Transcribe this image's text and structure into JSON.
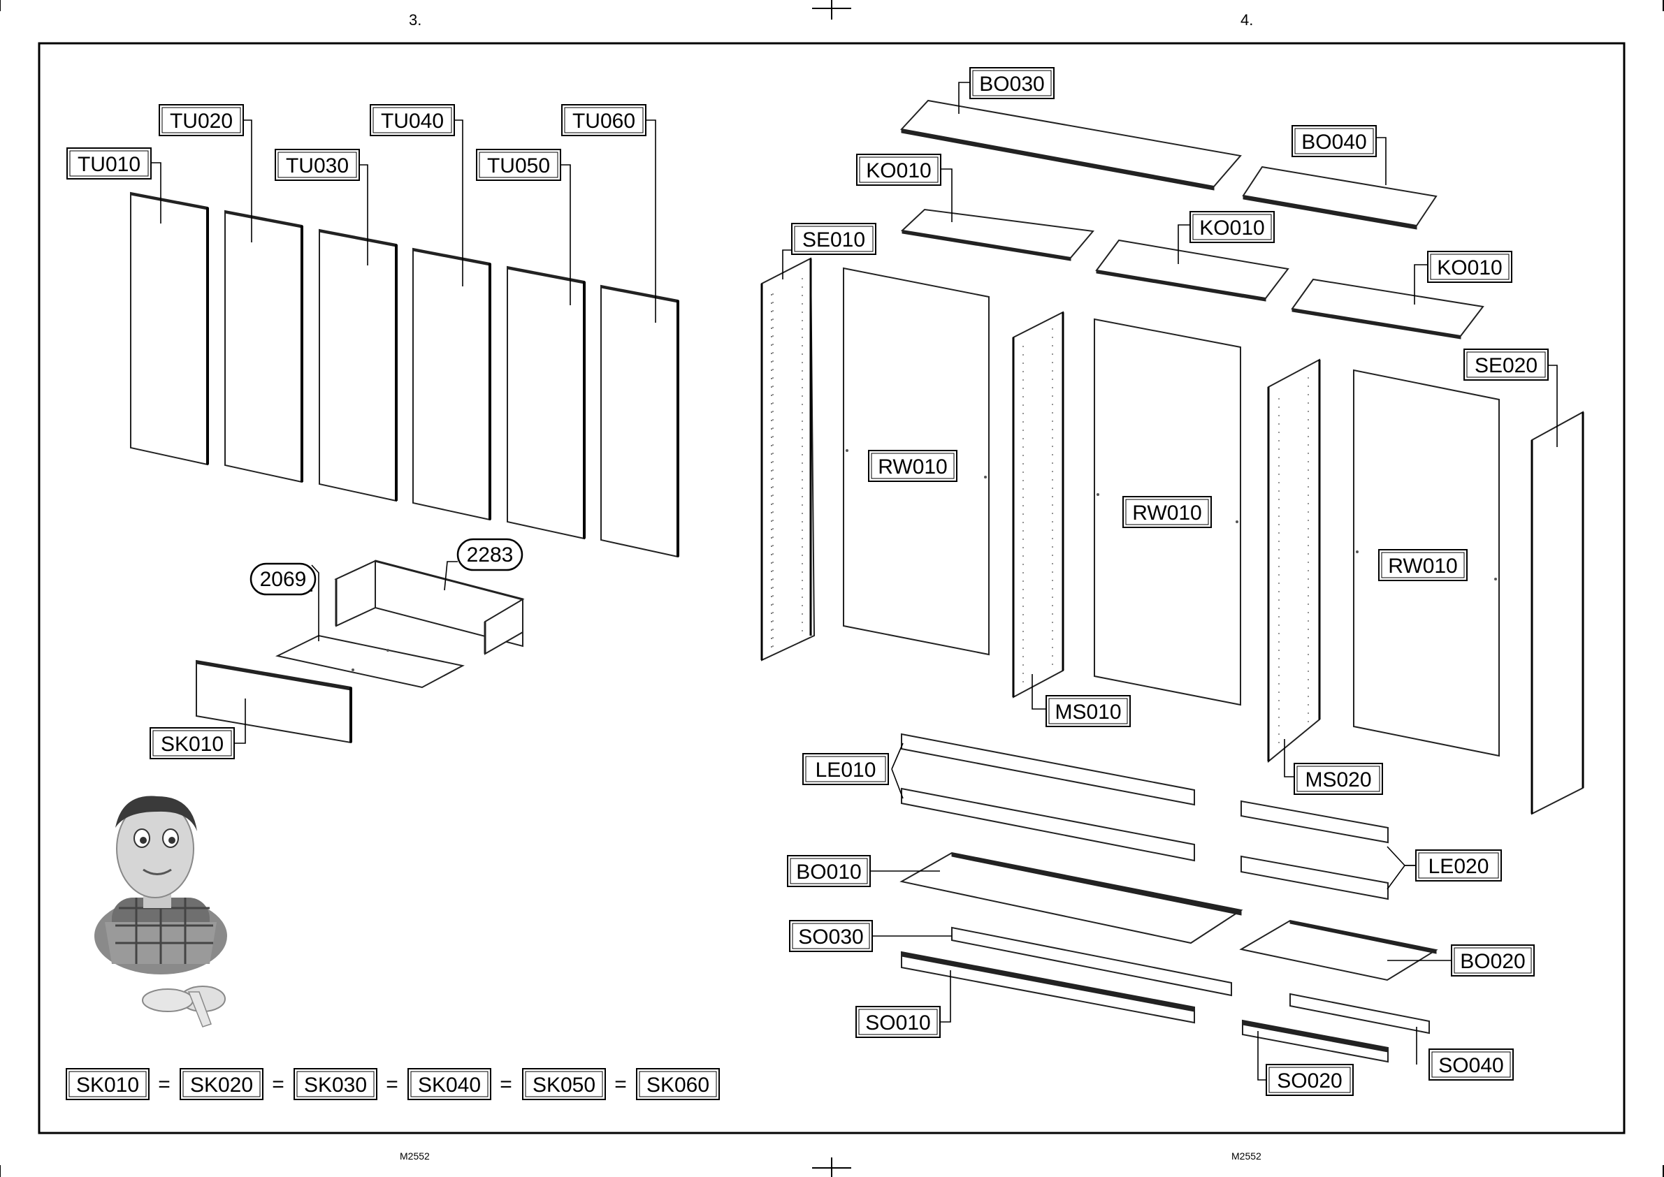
{
  "pages": {
    "left_number": "3.",
    "right_number": "4."
  },
  "footer": {
    "left_code": "M2552",
    "right_code": "M2552"
  },
  "labels": {
    "TU010": "TU010",
    "TU020": "TU020",
    "TU030": "TU030",
    "TU040": "TU040",
    "TU050": "TU050",
    "TU060": "TU060",
    "dim_2069": "2069",
    "dim_2283": "2283",
    "SK010": "SK010",
    "BO030": "BO030",
    "BO040": "BO040",
    "KO010_a": "KO010",
    "KO010_b": "KO010",
    "KO010_c": "KO010",
    "SE010": "SE010",
    "SE020": "SE020",
    "RW010_a": "RW010",
    "RW010_b": "RW010",
    "RW010_c": "RW010",
    "MS010": "MS010",
    "MS020": "MS020",
    "LE010": "LE010",
    "LE020": "LE020",
    "BO010": "BO010",
    "BO020": "BO020",
    "SO030": "SO030",
    "SO010": "SO010",
    "SO020": "SO020",
    "SO040": "SO040"
  },
  "equivalence": {
    "items": [
      "SK010",
      "SK020",
      "SK030",
      "SK040",
      "SK050",
      "SK060"
    ],
    "separator": "="
  },
  "mascot": {
    "icon": "cartoon-mascot-pointing-icon"
  }
}
